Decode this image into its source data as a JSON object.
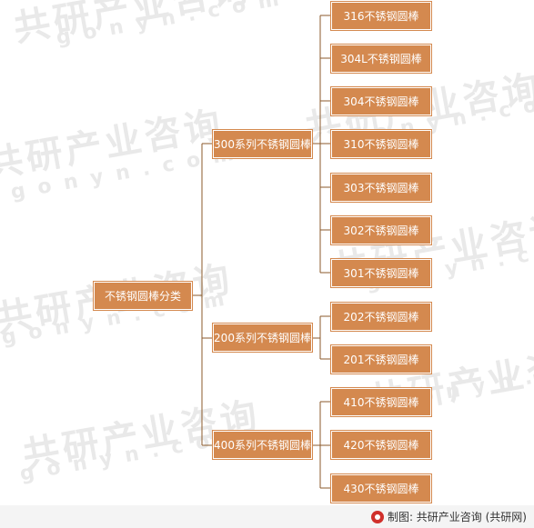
{
  "root": {
    "label": "不锈钢圆棒分类"
  },
  "groups": [
    {
      "label": "300系列不锈钢圆棒",
      "items": [
        "316不锈钢圆棒",
        "304L不锈钢圆棒",
        "304不锈钢圆棒",
        "310不锈钢圆棒",
        "303不锈钢圆棒",
        "302不锈钢圆棒",
        "301不锈钢圆棒"
      ]
    },
    {
      "label": "200系列不锈钢圆棒",
      "items": [
        "202不锈钢圆棒",
        "201不锈钢圆棒"
      ]
    },
    {
      "label": "400系列不锈钢圆棒",
      "items": [
        "410不锈钢圆棒",
        "420不锈钢圆棒",
        "430不锈钢圆棒"
      ]
    }
  ],
  "footer": {
    "text": "制图: 共研产业咨询 (共研网)"
  },
  "watermark": {
    "cn": "共研产业咨询",
    "en": "gonyn.com"
  },
  "colors": {
    "node_fill": "#d4894f",
    "line": "#8b5a2b"
  }
}
